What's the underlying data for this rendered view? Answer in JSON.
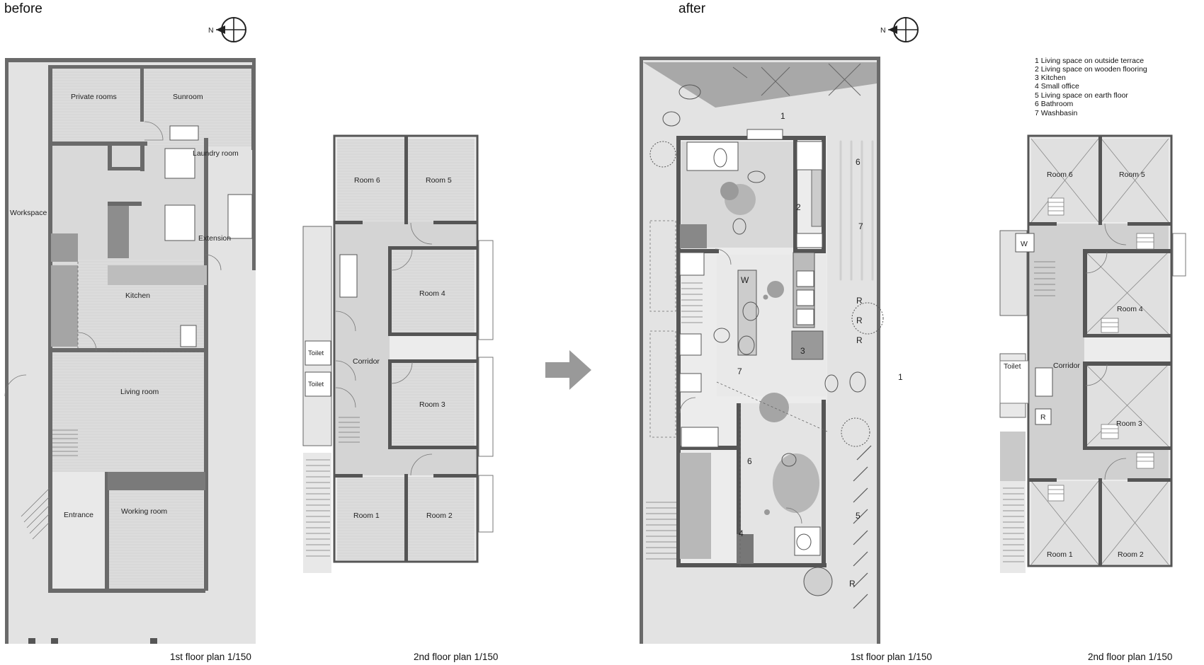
{
  "sections": {
    "before": "before",
    "after": "after"
  },
  "captions": {
    "before_1f": "1st floor plan 1/150",
    "before_2f": "2nd floor plan 1/150",
    "after_1f": "1st floor plan 1/150",
    "after_2f": "2nd floor plan 1/150"
  },
  "compass": {
    "north": "N"
  },
  "before_1f": {
    "private_rooms": "Private rooms",
    "sunroom": "Sunroom",
    "laundry_room": "Laundry room",
    "workspace": "Workspace",
    "extension": "Extension",
    "kitchen": "Kitchen",
    "living_room": "Living room",
    "entrance": "Entrance",
    "working_room": "Working room"
  },
  "before_2f": {
    "room6": "Room 6",
    "room5": "Room 5",
    "room4": "Room 4",
    "room3": "Room 3",
    "room2": "Room 2",
    "room1": "Room 1",
    "corridor": "Corridor",
    "toilet1": "Toilet",
    "toilet2": "Toilet"
  },
  "after_1f": {
    "n1_top": "1",
    "n1_right": "1",
    "n2": "2",
    "n3": "3",
    "n4": "4",
    "n5": "5",
    "n6": "6",
    "n6_bath": "6",
    "n7_top": "7",
    "n7_left": "7",
    "w": "W",
    "r1": "R",
    "r2": "R",
    "r3": "R",
    "r4": "R"
  },
  "after_2f": {
    "room6": "Room 6",
    "room5": "Room 5",
    "room4": "Room 4",
    "room3": "Room 3",
    "room2": "Room 2",
    "room1": "Room 1",
    "corridor": "Corridor",
    "toilet": "Toilet",
    "w": "W",
    "r": "R"
  },
  "legend": [
    "1 Living space on outside terrace",
    "2 Living space on wooden flooring",
    "3 Kitchen",
    "4 Small office",
    "5 Living space on earth floor",
    "6 Bathroom",
    "7 Washbasin"
  ]
}
